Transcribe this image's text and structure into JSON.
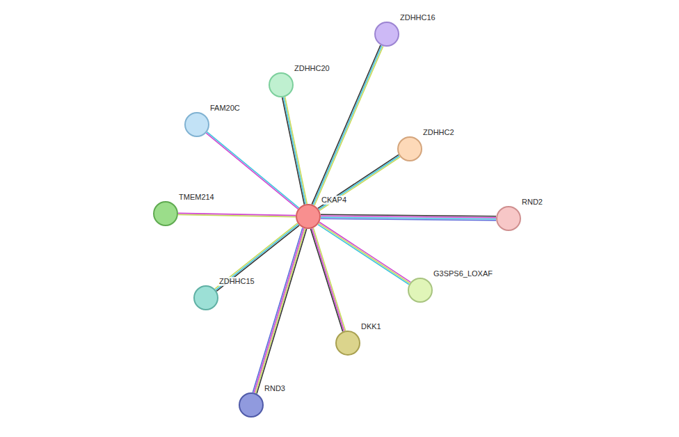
{
  "diagram": {
    "nodes": [
      {
        "text": [
          "ZDHHC16"
        ]
      },
      {
        "text": [
          "ZDHHC20"
        ]
      },
      {
        "text": [
          "FAM20C"
        ]
      },
      {
        "text": [
          "ZDHHC2"
        ]
      },
      {
        "text": [
          "CKAP4"
        ]
      },
      {
        "text": [
          "TMEM214"
        ]
      },
      {
        "text": [
          "RND2"
        ]
      },
      {
        "text": [
          "G3SPS6_LOXAF"
        ]
      },
      {
        "text": [
          "ZDHHC15"
        ]
      },
      {
        "text": [
          "DKK1"
        ]
      },
      {
        "text": [
          "RND3"
        ]
      }
    ],
    "edges": [
      {
        "from": 4,
        "to": 0,
        "arrow": "none"
      },
      {
        "from": 4,
        "to": 1,
        "arrow": "none"
      },
      {
        "from": 4,
        "to": 2,
        "arrow": "none"
      },
      {
        "from": 4,
        "to": 3,
        "arrow": "none"
      },
      {
        "from": 4,
        "to": 5,
        "arrow": "none"
      },
      {
        "from": 4,
        "to": 6,
        "arrow": "none"
      },
      {
        "from": 4,
        "to": 7,
        "arrow": "none"
      },
      {
        "from": 4,
        "to": 8,
        "arrow": "none"
      },
      {
        "from": 4,
        "to": 9,
        "arrow": "none"
      },
      {
        "from": 4,
        "to": 10,
        "arrow": "none"
      }
    ]
  }
}
